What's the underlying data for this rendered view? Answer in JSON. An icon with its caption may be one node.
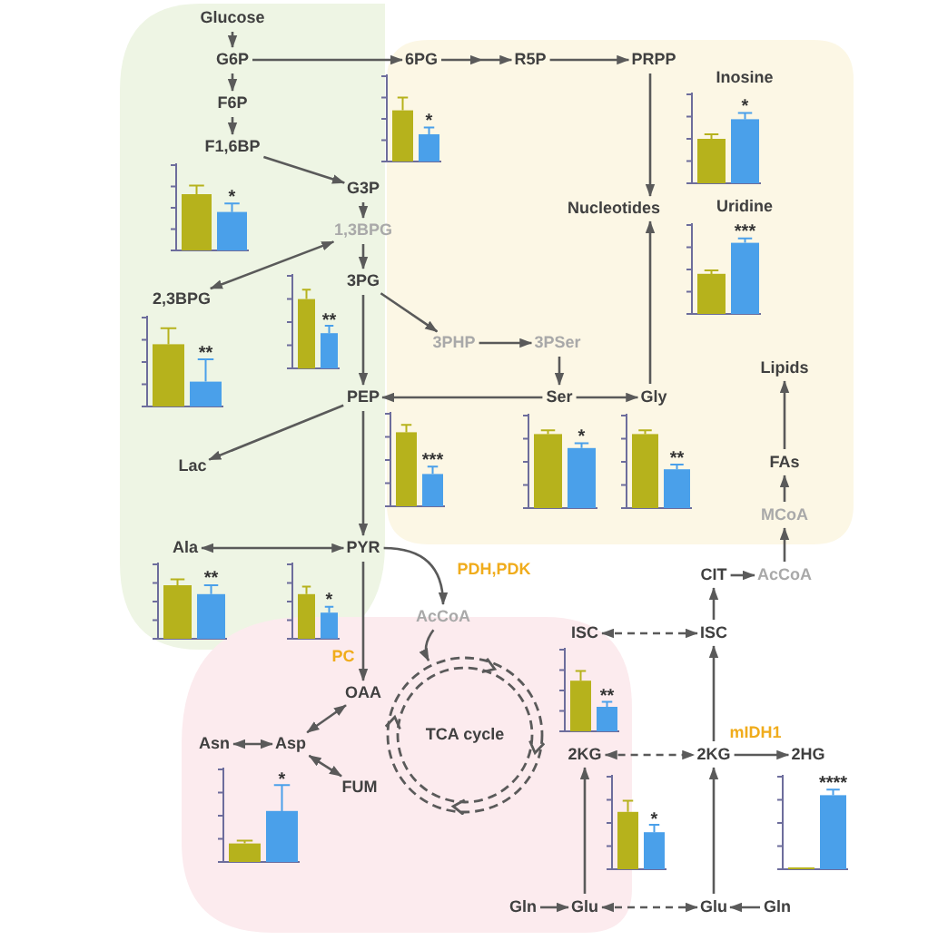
{
  "diagram": {
    "nodes": [
      {
        "text": [
          "Glucose"
        ]
      },
      {
        "text": [
          "G6P"
        ]
      },
      {
        "text": [
          "F6P"
        ]
      },
      {
        "text": [
          "F1,6BP"
        ]
      },
      {
        "text": [
          "6PG"
        ]
      },
      {
        "text": [
          "R5P"
        ]
      },
      {
        "text": [
          "PRPP"
        ]
      },
      {
        "text": [
          "G3P"
        ]
      },
      {
        "text": [
          "1,3BPG"
        ]
      },
      {
        "text": [
          "3PG"
        ]
      },
      {
        "text": [
          "2,3BPG"
        ]
      },
      {
        "text": [
          "Nucleotides"
        ]
      },
      {
        "text": [
          "Inosine"
        ]
      },
      {
        "text": [
          "Uridine"
        ]
      },
      {
        "text": [
          "3PHP"
        ]
      },
      {
        "text": [
          "3PSer"
        ]
      },
      {
        "text": [
          "PEP"
        ]
      },
      {
        "text": [
          "Ser"
        ]
      },
      {
        "text": [
          "Gly"
        ]
      },
      {
        "text": [
          "Lipids"
        ]
      },
      {
        "text": [
          "Lac"
        ]
      },
      {
        "text": [
          "FAs"
        ]
      },
      {
        "text": [
          "MCoA"
        ]
      },
      {
        "text": [
          "Ala"
        ]
      },
      {
        "text": [
          "PYR"
        ]
      },
      {
        "text": [
          "AcCoA"
        ]
      },
      {
        "text": [
          "CIT"
        ]
      },
      {
        "text": [
          "AcCoA"
        ]
      },
      {
        "text": [
          "OAA"
        ]
      },
      {
        "text": [
          "TCA cycle"
        ]
      },
      {
        "text": [
          "ISC"
        ]
      },
      {
        "text": [
          "ISC"
        ]
      },
      {
        "text": [
          "Asn"
        ]
      },
      {
        "text": [
          "Asp"
        ]
      },
      {
        "text": [
          "FUM"
        ]
      },
      {
        "text": [
          "2KG"
        ]
      },
      {
        "text": [
          "2KG"
        ]
      },
      {
        "text": [
          "2HG"
        ]
      },
      {
        "text": [
          "Gln"
        ]
      },
      {
        "text": [
          "Glu"
        ]
      },
      {
        "text": [
          "Glu"
        ]
      },
      {
        "text": [
          "Gln"
        ]
      }
    ],
    "edges": [
      {
        "from": 0,
        "to": 1,
        "arrow": "to"
      },
      {
        "from": 1,
        "to": 2,
        "arrow": "to"
      },
      {
        "from": 2,
        "to": 3,
        "arrow": "to"
      },
      {
        "from": 1,
        "to": 4,
        "arrow": "to"
      },
      {
        "from": 4,
        "to": 5,
        "arrow": "to"
      },
      {
        "from": 5,
        "to": 6,
        "arrow": "to"
      },
      {
        "from": 6,
        "to": 11,
        "arrow": "to"
      },
      {
        "from": 3,
        "to": 7,
        "arrow": "to"
      },
      {
        "from": 7,
        "to": 8,
        "arrow": "to"
      },
      {
        "from": 8,
        "to": 10,
        "arrow": "both"
      },
      {
        "from": 8,
        "to": 9,
        "arrow": "to"
      },
      {
        "from": 9,
        "to": 14,
        "arrow": "to"
      },
      {
        "from": 14,
        "to": 15,
        "arrow": "to"
      },
      {
        "from": 15,
        "to": 17,
        "arrow": "to"
      },
      {
        "from": 17,
        "to": 18,
        "arrow": "to"
      },
      {
        "from": 18,
        "to": 11,
        "arrow": "to"
      },
      {
        "from": 17,
        "to": 16,
        "arrow": "to"
      },
      {
        "from": 9,
        "to": 16,
        "arrow": "to"
      },
      {
        "from": 16,
        "to": 20,
        "arrow": "to"
      },
      {
        "from": 16,
        "to": 24,
        "arrow": "to"
      },
      {
        "from": 23,
        "to": 24,
        "arrow": "both"
      },
      {
        "from": 24,
        "to": 25,
        "arrow": "to",
        "label": "PDH,PDK"
      },
      {
        "from": 25,
        "to": 29,
        "arrow": "to"
      },
      {
        "from": 24,
        "to": 28,
        "arrow": "to",
        "label": "PC"
      },
      {
        "from": 28,
        "to": 33,
        "arrow": "both"
      },
      {
        "from": 32,
        "to": 33,
        "arrow": "both"
      },
      {
        "from": 33,
        "to": 34,
        "arrow": "both"
      },
      {
        "from": 30,
        "to": 31,
        "arrow": "both",
        "style": "dashed"
      },
      {
        "from": 35,
        "to": 36,
        "arrow": "both",
        "style": "dashed"
      },
      {
        "from": 38,
        "to": 39,
        "arrow": "to"
      },
      {
        "from": 39,
        "to": 35,
        "arrow": "to"
      },
      {
        "from": 39,
        "to": 40,
        "arrow": "both",
        "style": "dashed"
      },
      {
        "from": 41,
        "to": 40,
        "arrow": "to"
      },
      {
        "from": 40,
        "to": 36,
        "arrow": "to"
      },
      {
        "from": 36,
        "to": 37,
        "arrow": "to",
        "label": "mIDH1"
      },
      {
        "from": 36,
        "to": 31,
        "arrow": "to"
      },
      {
        "from": 31,
        "to": 26,
        "arrow": "to"
      },
      {
        "from": 26,
        "to": 27,
        "arrow": "to"
      },
      {
        "from": 27,
        "to": 22,
        "arrow": "to"
      },
      {
        "from": 22,
        "to": 21,
        "arrow": "to"
      },
      {
        "from": 21,
        "to": 19,
        "arrow": "to"
      }
    ],
    "labels": [
      "*",
      "*",
      "*",
      "***",
      "**",
      "**",
      "*",
      "**",
      "***",
      "*",
      "**",
      "**",
      "*",
      "****",
      "*"
    ]
  }
}
